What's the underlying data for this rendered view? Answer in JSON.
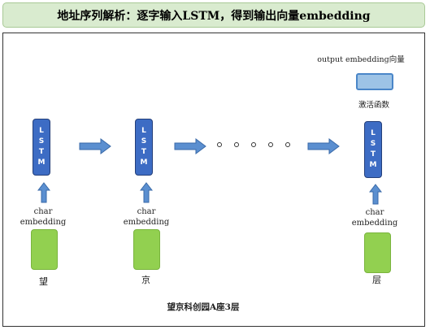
{
  "title": "地址序列解析：逐字输入LSTM，得到输出向量embedding",
  "lstm_letters": [
    "L",
    "S",
    "T",
    "M"
  ],
  "input_label": [
    "char",
    "embedding"
  ],
  "inputs": [
    {
      "char": "望"
    },
    {
      "char": "京"
    },
    {
      "char": "层"
    }
  ],
  "activation_label": "激活函数",
  "output_label": "output embedding向量",
  "address": "望京科创园A座3层",
  "colors": {
    "lstm_fill": "#3d6cc4",
    "embedding_fill": "#92d050",
    "output_fill": "#9dc3e6",
    "arrow_fill": "#5b8fd0",
    "title_bg": "#d9ebcf"
  }
}
